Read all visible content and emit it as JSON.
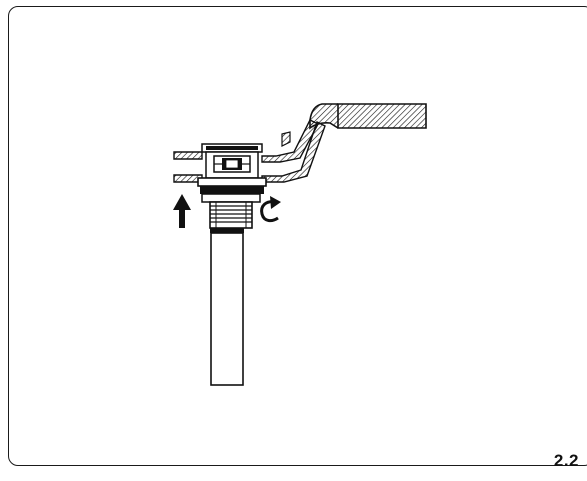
{
  "figure": {
    "step_number": "2.2"
  },
  "colors": {
    "ink": "#111111",
    "paper": "#ffffff"
  },
  "parts": [
    "countertop-slab",
    "sink-basin-wall",
    "pop-up-drain-cap",
    "mounting-flange-nut",
    "threaded-drain-body",
    "tailpiece-pipe"
  ],
  "icons": [
    "up-arrow-icon",
    "rotate-clockwise-icon"
  ]
}
